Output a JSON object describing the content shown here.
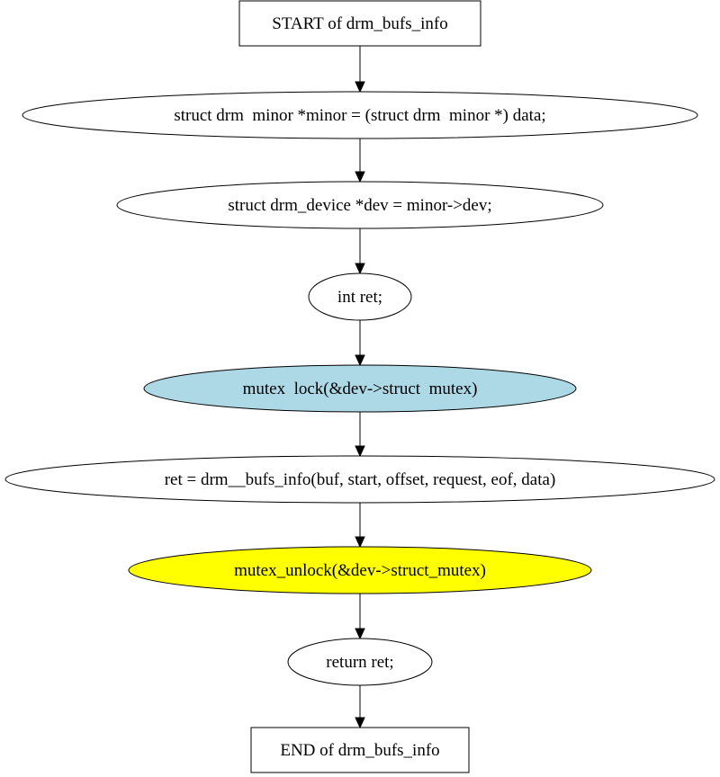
{
  "flowchart": {
    "nodes": [
      {
        "id": "start",
        "shape": "box",
        "label": "START of drm_bufs_info",
        "fill": "#ffffff"
      },
      {
        "id": "minor",
        "shape": "ellipse",
        "label": "struct drm  minor *minor = (struct drm  minor *) data;",
        "fill": "#ffffff"
      },
      {
        "id": "dev",
        "shape": "ellipse",
        "label": "struct drm_device *dev = minor->dev;",
        "fill": "#ffffff"
      },
      {
        "id": "ret-decl",
        "shape": "ellipse",
        "label": "int ret;",
        "fill": "#ffffff"
      },
      {
        "id": "mutex-lock",
        "shape": "ellipse",
        "label": "mutex  lock(&dev->struct  mutex)",
        "fill": "#add8e6"
      },
      {
        "id": "call",
        "shape": "ellipse",
        "label": "ret = drm__bufs_info(buf, start, offset, request, eof, data)",
        "fill": "#ffffff"
      },
      {
        "id": "mutex-unlock",
        "shape": "ellipse",
        "label": "mutex_unlock(&dev->struct_mutex)",
        "fill": "#ffff00"
      },
      {
        "id": "return",
        "shape": "ellipse",
        "label": "return ret;",
        "fill": "#ffffff"
      },
      {
        "id": "end",
        "shape": "box",
        "label": "END of drm_bufs_info",
        "fill": "#ffffff"
      }
    ],
    "edges": [
      {
        "from": "start",
        "to": "minor"
      },
      {
        "from": "minor",
        "to": "dev"
      },
      {
        "from": "dev",
        "to": "ret-decl"
      },
      {
        "from": "ret-decl",
        "to": "mutex-lock"
      },
      {
        "from": "mutex-lock",
        "to": "call"
      },
      {
        "from": "call",
        "to": "mutex-unlock"
      },
      {
        "from": "mutex-unlock",
        "to": "return"
      },
      {
        "from": "return",
        "to": "end"
      }
    ]
  }
}
